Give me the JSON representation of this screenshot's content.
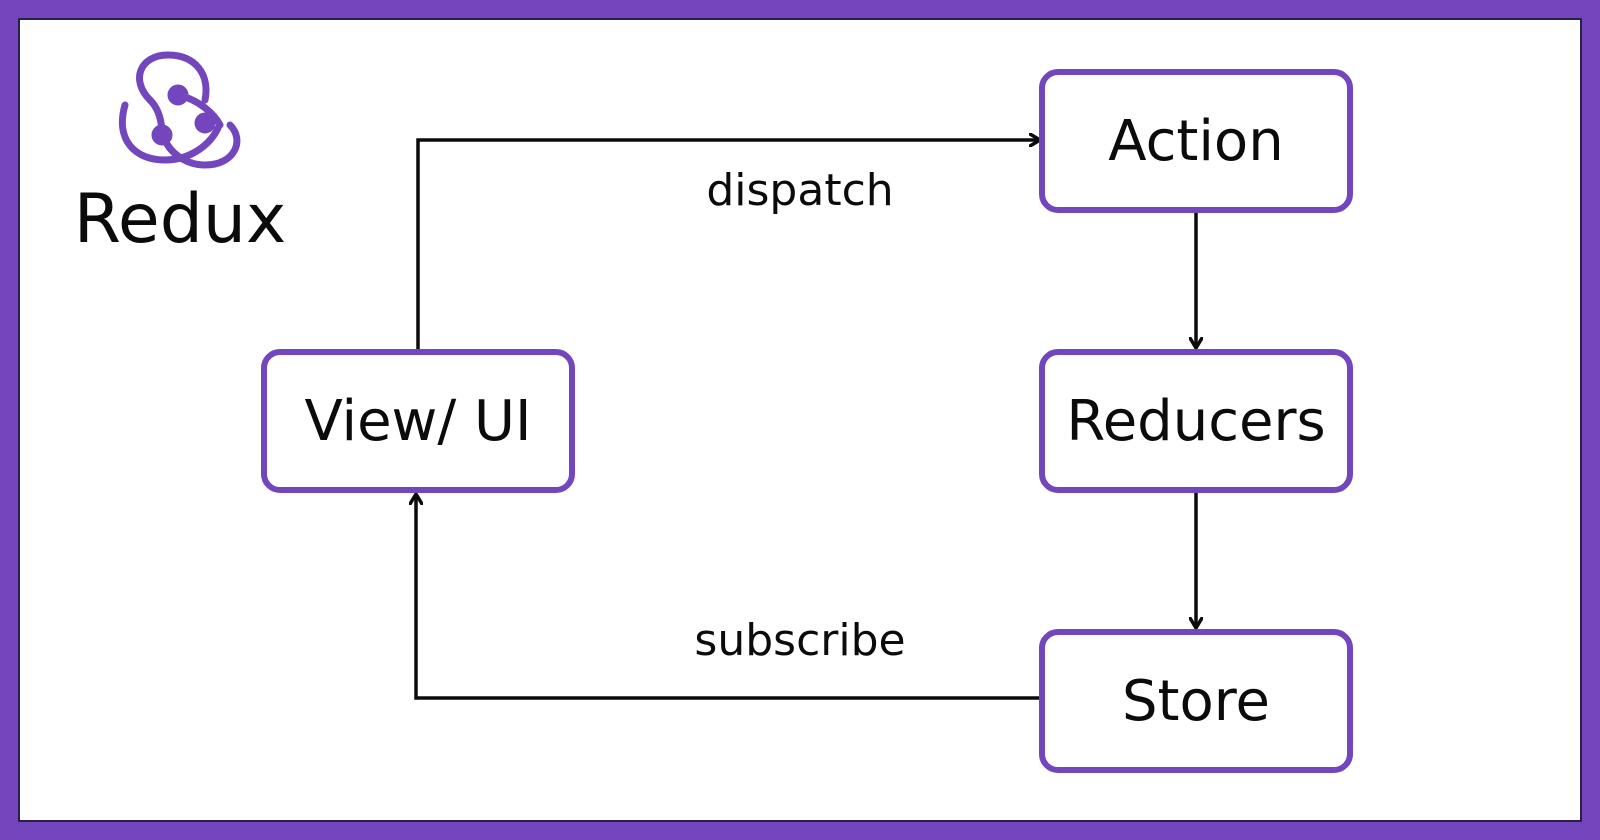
{
  "logo": {
    "name": "Redux",
    "icon": "redux-logo-icon"
  },
  "nodes": {
    "action": "Action",
    "reducers": "Reducers",
    "store": "Store",
    "view": "View/ UI"
  },
  "edges": {
    "dispatch": "dispatch",
    "subscribe": "subscribe"
  },
  "colors": {
    "accent": "#7346bd",
    "text": "#0b0b0b",
    "background": "#ffffff"
  }
}
